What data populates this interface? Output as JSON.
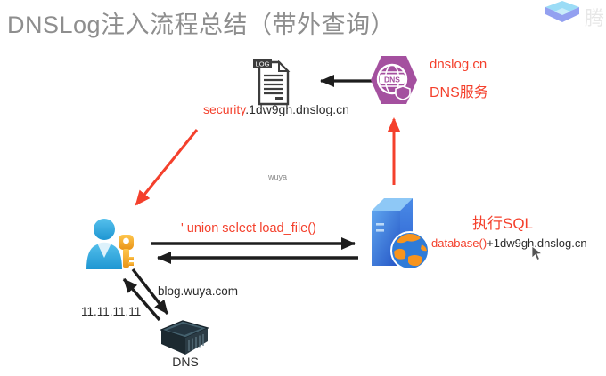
{
  "title": "DNSLog注入流程总结（带外查询）",
  "brand": {
    "logo_name": "tencent-classroom-logo",
    "clipped_text": "腾"
  },
  "colors": {
    "title_gray": "#8e8e8e",
    "accent_red": "#f4402c",
    "text_dark": "#2b2b2b",
    "hexagon_purple": "#a4509f",
    "person_blue": "#2fa8e0",
    "key_gold": "#f2a42b",
    "server_blue": "#3b7de0",
    "globe_orange": "#f7941d",
    "arrow_black": "#1d1d1d"
  },
  "dns_service": {
    "name": "dnslog.cn",
    "label": "DNS服务",
    "globe_badge": "DNS"
  },
  "log_file": {
    "badge": "LOG",
    "subdomain": "security",
    "suffix": ".1dw9gh.dnslog.cn"
  },
  "web_server": {
    "action": "执行SQL",
    "payload_highlight": "database()",
    "payload_suffix": "+1dw9gh.dnslog.cn"
  },
  "local_dns": {
    "label": "DNS",
    "query": "blog.wuya.com",
    "ip": "11.11.11.11"
  },
  "flow": {
    "injection_payload": "' union select load_file()",
    "watermark": "wuya"
  }
}
